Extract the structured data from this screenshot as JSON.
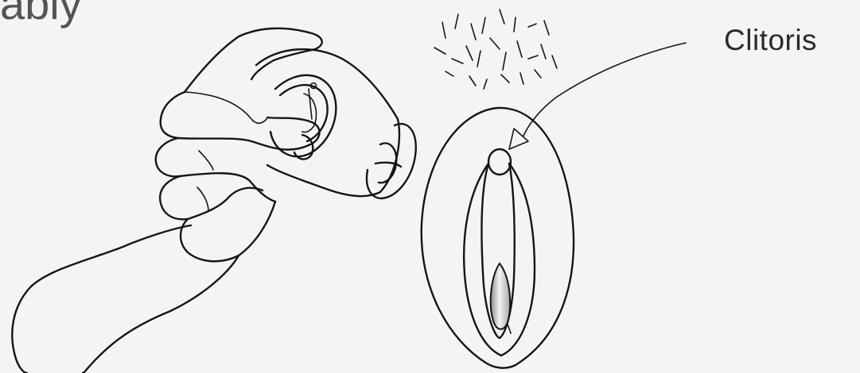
{
  "heading": {
    "visible_text": "ably"
  },
  "callout": {
    "label": "Clitoris",
    "color": "#2a2a2a"
  },
  "illustration": {
    "background": "#f4f4f4",
    "line_color": "#151515",
    "items": [
      {
        "icon": "hand-holding-suction-toy"
      },
      {
        "icon": "vulva-outline"
      }
    ]
  }
}
